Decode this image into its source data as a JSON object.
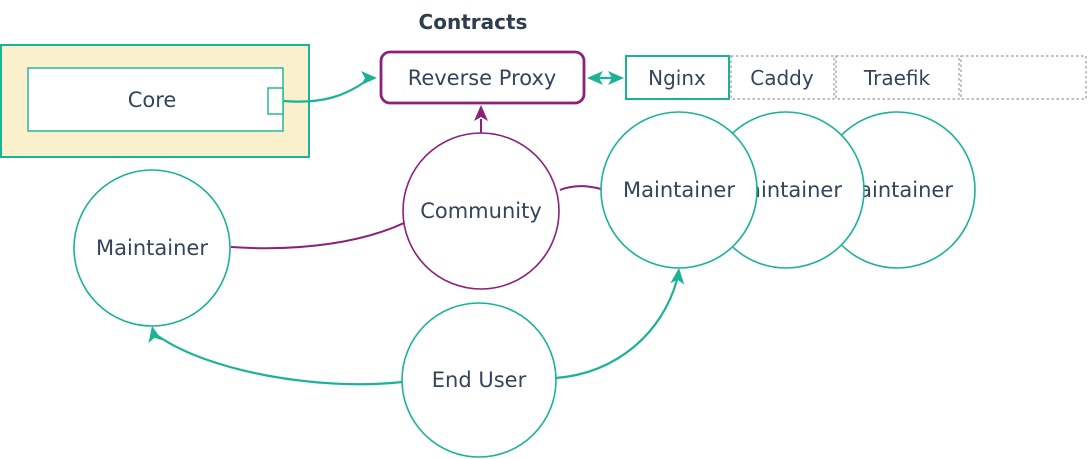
{
  "title": "Contracts",
  "colors": {
    "teal": "#1AB394",
    "purple": "#8E1F7B",
    "text": "#33455B",
    "title_text": "#2F3E4E",
    "core_fill": "#FBF0CE",
    "dashed_border": "#999999",
    "node_fill": "#FFFFFF"
  },
  "nodes": {
    "core": {
      "label": "Core"
    },
    "reverse_proxy": {
      "label": "Reverse Proxy"
    },
    "community": {
      "label": "Community"
    },
    "end_user": {
      "label": "End User"
    },
    "maintainer_left": {
      "label": "Maintainer"
    },
    "maintainer_right_1": {
      "label": "Maintainer"
    },
    "maintainer_right_2": {
      "label": "Maintainer"
    },
    "maintainer_right_3": {
      "label": "Maintainer"
    }
  },
  "proxy_options": {
    "cells": [
      "Nginx",
      "Caddy",
      "Traefik",
      ""
    ]
  },
  "edges": [
    {
      "from": "core",
      "to": "reverse_proxy",
      "style": "teal-arrow"
    },
    {
      "from": "reverse_proxy",
      "to": "nginx",
      "style": "teal-double-arrow"
    },
    {
      "from": "community",
      "to": "reverse_proxy",
      "style": "purple-arrow"
    },
    {
      "from": "maintainer_left",
      "to": "community",
      "style": "purple-line"
    },
    {
      "from": "community",
      "to": "maintainer_right_1",
      "style": "purple-line"
    },
    {
      "from": "end_user",
      "to": "maintainer_left",
      "style": "teal-arrow"
    },
    {
      "from": "end_user",
      "to": "maintainer_right_1",
      "style": "teal-arrow"
    }
  ]
}
